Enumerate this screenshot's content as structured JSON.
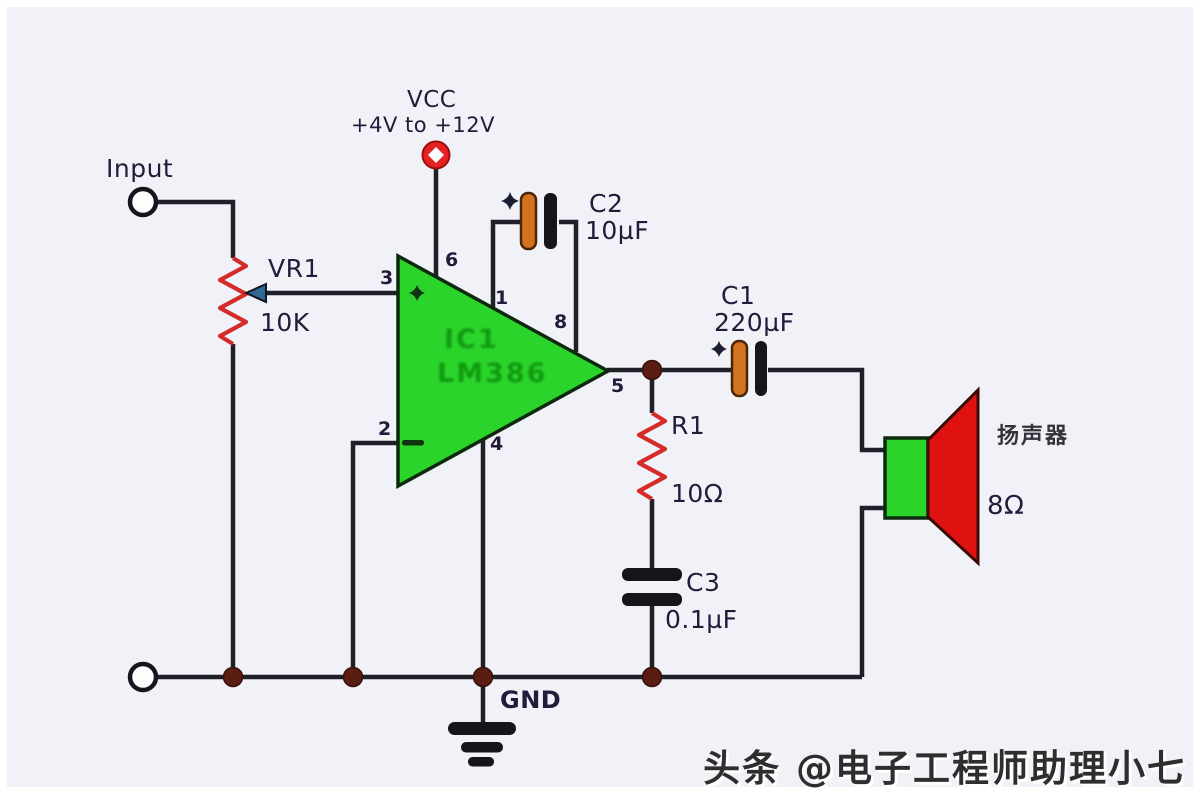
{
  "schematic": {
    "power": {
      "net": "VCC",
      "range": "+4V to +12V"
    },
    "input": {
      "label": "Input"
    },
    "vr1": {
      "ref": "VR1",
      "value": "10K"
    },
    "ic": {
      "ref": "IC1",
      "part": "LM386",
      "pin_in_plus": "3",
      "pin_in_minus": "2",
      "pin_vcc": "6",
      "pin_gain_a": "1",
      "pin_gain_b": "8",
      "pin_out": "5",
      "pin_gnd": "4"
    },
    "c2": {
      "ref": "C2",
      "value": "10µF"
    },
    "c1": {
      "ref": "C1",
      "value": "220µF"
    },
    "r1": {
      "ref": "R1",
      "value": "10Ω"
    },
    "c3": {
      "ref": "C3",
      "value": "0.1µF"
    },
    "speaker": {
      "label": "扬声器",
      "impedance": "8Ω"
    },
    "ground": {
      "label": "GND"
    }
  },
  "watermark": {
    "text": "头条 @电子工程师助理小七"
  },
  "colors": {
    "background": "#f1f2f7",
    "wire": "#20202a",
    "ic_fill": "#2bd42b",
    "ic_border": "#0e2a0e",
    "ic_text": "#129b12",
    "resistor_red": "#d62b2b",
    "cap_positive_plate": "#d4731f",
    "cap_negative_plate": "#15151b",
    "speaker_body": "#2bd42b",
    "speaker_cone": "#e01111",
    "junction_dot": "#5a1d12",
    "vcc_terminal": "#e62222",
    "label_text": "#241a3a"
  }
}
